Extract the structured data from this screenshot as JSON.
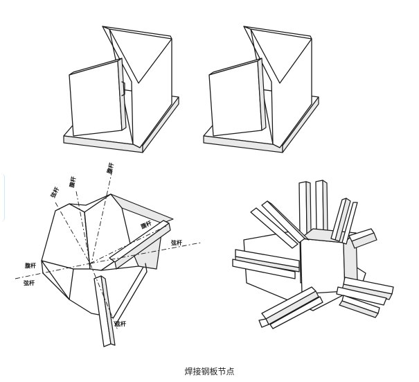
{
  "caption": "焊接钢板节点",
  "labels": {
    "chord": "弦杆",
    "web": "腹杆"
  }
}
